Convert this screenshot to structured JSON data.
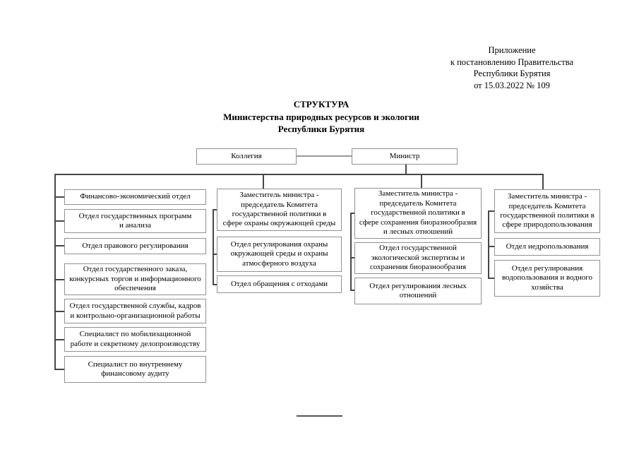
{
  "annex": {
    "lines": [
      "Приложение",
      "к постановлению Правительства",
      "Республики Бурятия",
      "от 15.03.2022 № 109"
    ]
  },
  "title": {
    "lines": [
      "СТРУКТУРА",
      "Министерства природных ресурсов и экологии",
      "Республики Бурятия"
    ]
  },
  "org": {
    "collegium": "Коллегия",
    "minister": "Министр",
    "col1": [
      "Финансово-экономический отдел",
      "Отдел государственных программ\nи анализа",
      "Отдел правового регулирования",
      "Отдел государственного заказа,\nконкурсных торгов и информационного\nобеспечения",
      "Отдел государственной службы, кадров\nи контрольно-организационной работы",
      "Специалист по мобилизационной\nработе и секретному делопроизводству",
      "Специалист по внутреннему\nфинансовому аудиту"
    ],
    "col2": [
      "Заместитель министра -\nпредседатель Комитета\nгосударственной политики в\nсфере охраны окружающей среды",
      "Отдел регулирования охраны\nокружающей среды и охраны\nатмосферного воздуха",
      "Отдел обращения с отходами"
    ],
    "col3": [
      "Заместитель министра -\nпредседатель Комитета\nгосударственной политики в\nсфере сохранения биоразнообразия\nи лесных отношений",
      "Отдел государственной\nэкологической экспертизы и\nсохранения биоразнообразия",
      "Отдел регулирования лесных\nотношений"
    ],
    "col4": [
      "Заместитель министра -\nпредседатель Комитета\nгосударственной политики в\nсфере природопользования",
      "Отдел недропользования",
      "Отдел регулирования\nводопользования и водного\nхозяйства"
    ]
  },
  "colors": {
    "box_border": "#919191",
    "connector_dark": "#474747",
    "connector_light": "#999999",
    "text": "#000000",
    "background": "#ffffff"
  }
}
